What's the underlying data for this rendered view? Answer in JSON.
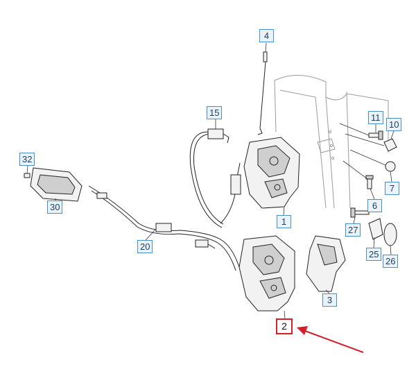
{
  "callouts": {
    "c4": "4",
    "c15": "15",
    "c11": "11",
    "c10": "10",
    "c7": "7",
    "c6": "6",
    "c1": "1",
    "c32": "32",
    "c30": "30",
    "c20": "20",
    "c27": "27",
    "c25": "25",
    "c26": "26",
    "c3": "3",
    "c2": "2"
  },
  "colors": {
    "callout_border": "#4a8fc8",
    "callout_fill": "#eaf3fb",
    "highlight": "#d21f2a"
  },
  "highlighted_part": "2"
}
